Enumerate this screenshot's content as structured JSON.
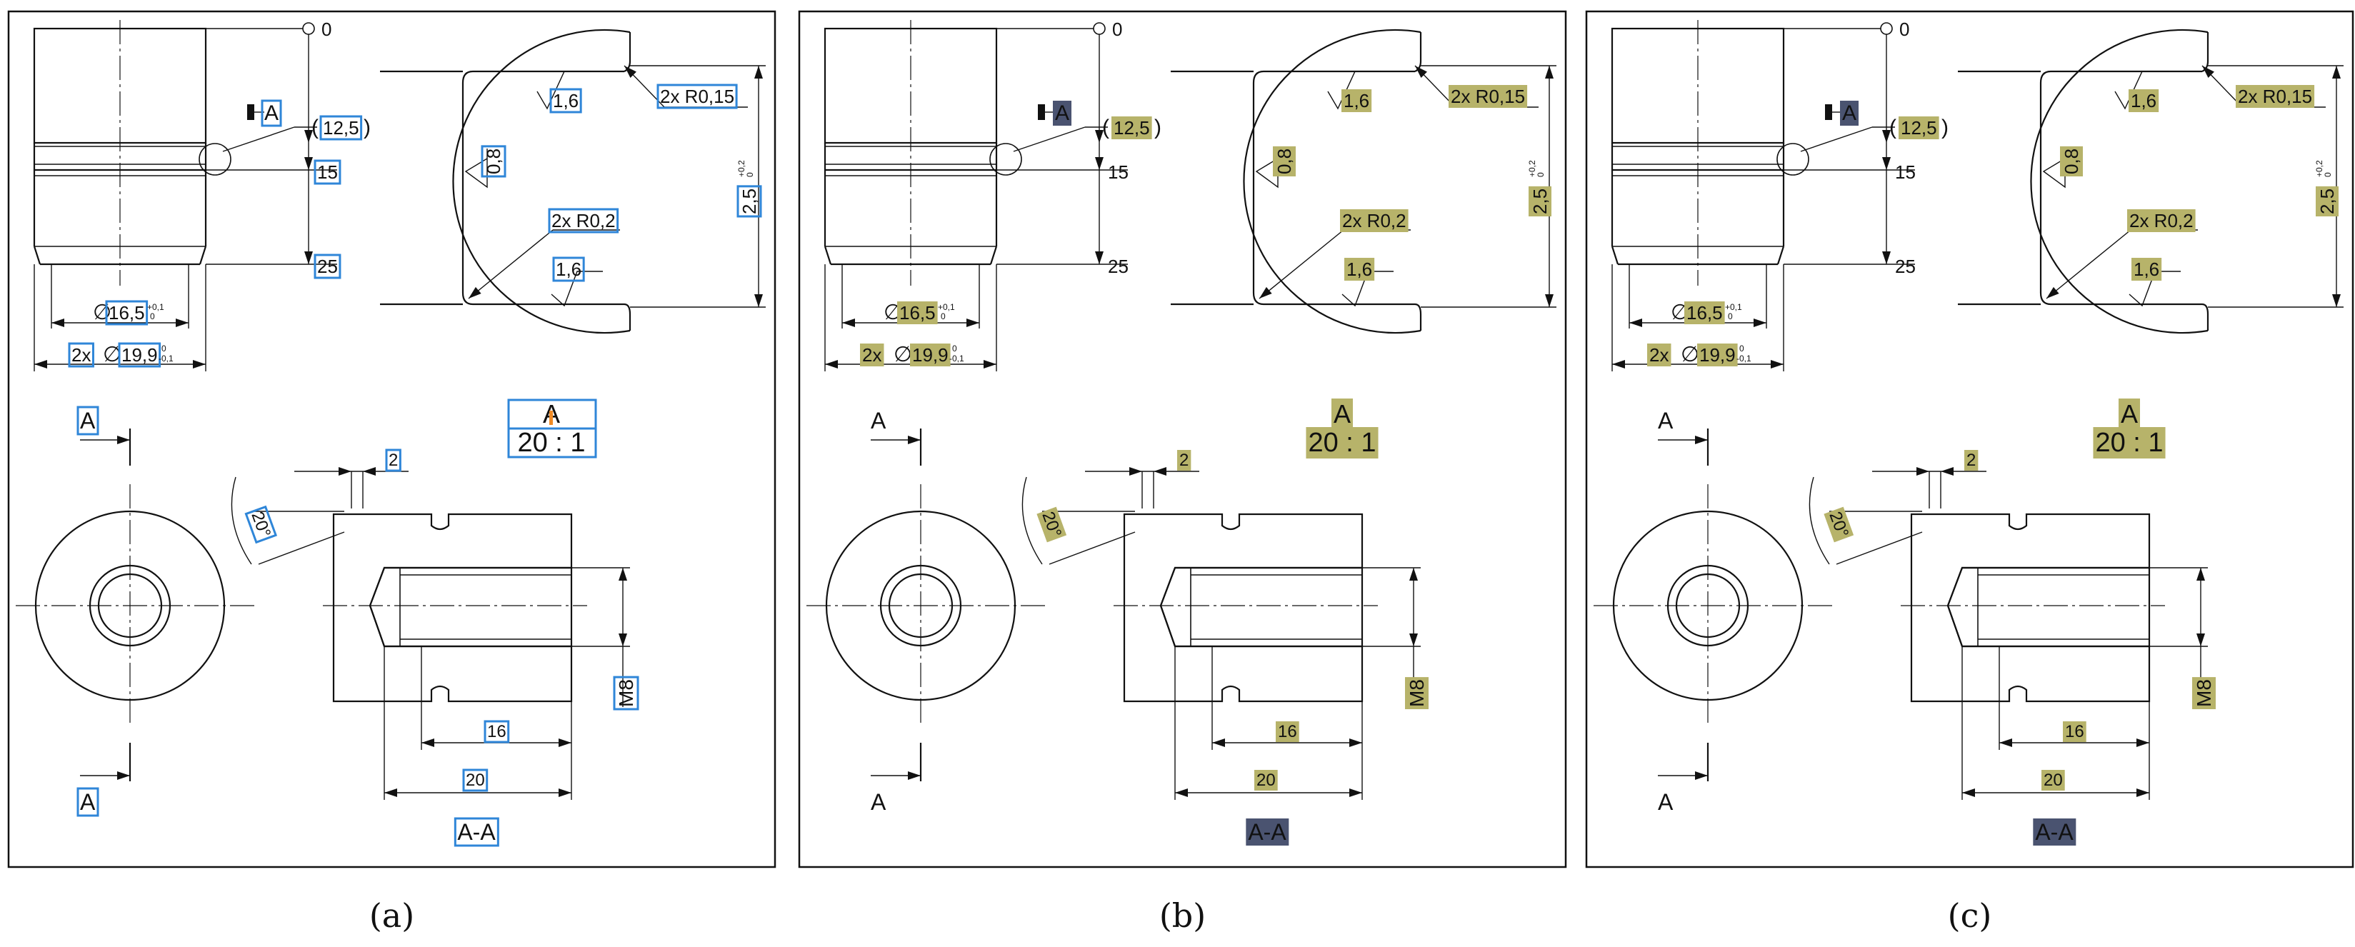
{
  "panels": [
    {
      "id": "a",
      "caption": "(a)",
      "highlight_style": "blue-outline",
      "origin_label": "0",
      "datum_label": "A",
      "paren_dim": "12,5",
      "dims": {
        "d15": "15",
        "d25": "25",
        "dia_a": "16,5",
        "dia_a_tol_up": "+0,1",
        "dia_a_tol_lo": "0",
        "twox": "2x",
        "dia_b": "19,9",
        "dia_b_tol_up": "0",
        "dia_b_tol_lo": "-0,1",
        "r015": "2x R0,15",
        "r02": "2x R0,2",
        "rough16a": "1,6",
        "rough16b": "1,6",
        "rough08": "0,8",
        "h25": "2,5",
        "h25_tol_up": "+0,2",
        "h25_tol_lo": "0",
        "two": "2",
        "angle": "20°",
        "m8": "M8",
        "l16": "16",
        "l20": "20"
      },
      "section_letter_top": "A",
      "section_letter_bottom": "A",
      "detail_label": "A",
      "detail_scale": "20 : 1",
      "section_label": "A-A"
    },
    {
      "id": "b",
      "caption": "(b)",
      "highlight_style": "olive-fill",
      "origin_label": "0",
      "datum_label": "A",
      "paren_dim": "12,5",
      "dims": {
        "d15": "15",
        "d25": "25",
        "dia_a": "16,5",
        "dia_a_tol_up": "+0,1",
        "dia_a_tol_lo": "0",
        "twox": "2x",
        "dia_b": "19,9",
        "dia_b_tol_up": "0",
        "dia_b_tol_lo": "-0,1",
        "r015": "2x R0,15",
        "r02": "2x R0,2",
        "rough16a": "1,6",
        "rough16b": "1,6",
        "rough08": "0,8",
        "h25": "2,5",
        "h25_tol_up": "+0,2",
        "h25_tol_lo": "0",
        "two": "2",
        "angle": "20°",
        "m8": "M8",
        "l16": "16",
        "l20": "20"
      },
      "section_letter_top": "A",
      "section_letter_bottom": "A",
      "detail_label": "A",
      "detail_scale": "20 : 1",
      "section_label": "A-A"
    },
    {
      "id": "c",
      "caption": "(c)",
      "highlight_style": "olive-fill",
      "origin_label": "0",
      "datum_label": "A",
      "paren_dim": "12,5",
      "dims": {
        "d15": "15",
        "d25": "25",
        "dia_a": "16,5",
        "dia_a_tol_up": "+0,1",
        "dia_a_tol_lo": "0",
        "twox": "2x",
        "dia_b": "19,9",
        "dia_b_tol_up": "0",
        "dia_b_tol_lo": "-0,1",
        "r015": "2x R0,15",
        "r02": "2x R0,2",
        "rough16a": "1,6",
        "rough16b": "1,6",
        "rough08": "0,8",
        "h25": "2,5",
        "h25_tol_up": "+0,2",
        "h25_tol_lo": "0",
        "two": "2",
        "angle": "20°",
        "m8": "M8",
        "l16": "16",
        "l20": "20"
      },
      "section_letter_top": "A",
      "section_letter_bottom": "A",
      "detail_label": "A",
      "detail_scale": "20 : 1",
      "section_label": "A-A"
    }
  ],
  "colors": {
    "blue_box": "#2f86d8",
    "orange_fill": "#f08a24",
    "olive_fill": "#b7b36a",
    "dark_fill": "#4a5370"
  }
}
